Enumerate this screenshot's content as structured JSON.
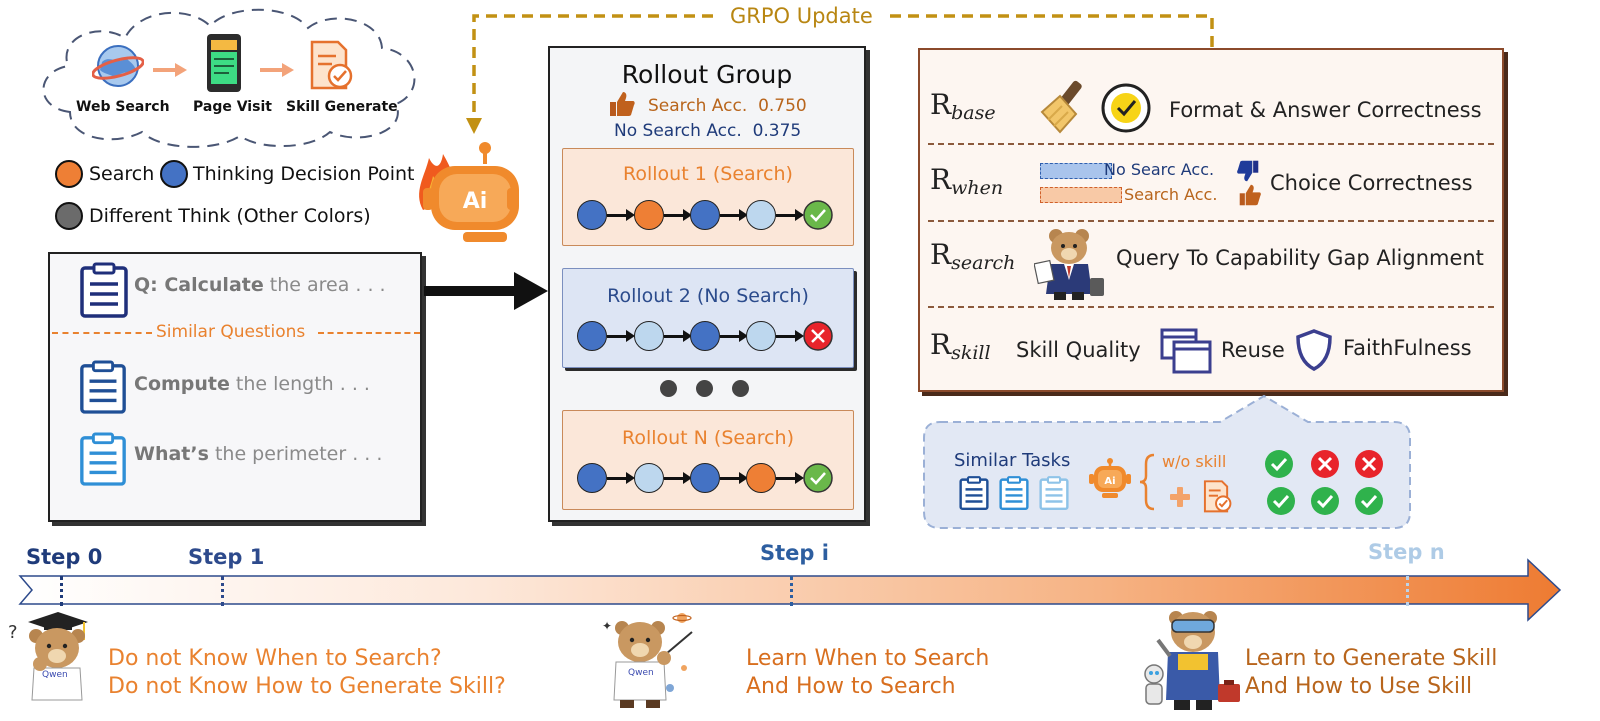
{
  "top_flow": {
    "steps": [
      "Web Search",
      "Page Visit",
      "Skill Generate"
    ]
  },
  "legend": {
    "search": "Search",
    "thinking": "Thinking Decision Point",
    "different": "Different Think (Other Colors)"
  },
  "questions": {
    "main_bold": "Q: Calculate",
    "main_rest": " the area . . .",
    "similar_label": "Similar Questions",
    "q2_bold": "Compute",
    "q2_rest": " the length . . .",
    "q3_bold": "What’s",
    "q3_rest": " the perimeter . . ."
  },
  "grpo_label": "GRPO Update",
  "rollout_group": {
    "title": "Rollout Group",
    "search_acc_label": "Search Acc.",
    "search_acc_value": "0.750",
    "nosearch_acc_label": "No Search Acc.",
    "nosearch_acc_value": "0.375",
    "rollouts": [
      {
        "title": "Rollout 1 (Search)"
      },
      {
        "title": "Rollout 2 (No Search)"
      },
      {
        "title": "Rollout N (Search)"
      }
    ]
  },
  "rewards": {
    "base": {
      "r": "R",
      "sub": "base",
      "text": "Format & Answer Correctness"
    },
    "when": {
      "r": "R",
      "sub": "when",
      "nosearch": "No Searc Acc.",
      "search": "Search Acc.",
      "text": "Choice Correctness"
    },
    "search": {
      "r": "R",
      "sub": "search",
      "text": "Query To Capability Gap Alignment"
    },
    "skill": {
      "r": "R",
      "sub": "skill",
      "quality": "Skill Quality",
      "reuse": "Reuse",
      "faith": "FaithFulness"
    }
  },
  "similar_tasks": {
    "title": "Similar Tasks",
    "wo_skill": "w/o skill"
  },
  "timeline": {
    "steps": [
      "Step 0",
      "Step 1",
      "Step i",
      "Step n"
    ],
    "captions": [
      {
        "line1": "Do not Know When to Search?",
        "line2": "Do not Know How to Generate Skill?"
      },
      {
        "line1": "Learn When to Search",
        "line2": "And How to Search"
      },
      {
        "line1": "Learn to Generate Skill",
        "line2": "And How to Use Skill"
      }
    ],
    "qwen_label": "Qwen"
  },
  "colors": {
    "search": "#ee7f35",
    "thinking": "#4472c4",
    "light": "#bdd7ee",
    "correct": "#5ab33c",
    "wrong": "#e8242b",
    "accent": "#e9822f"
  }
}
